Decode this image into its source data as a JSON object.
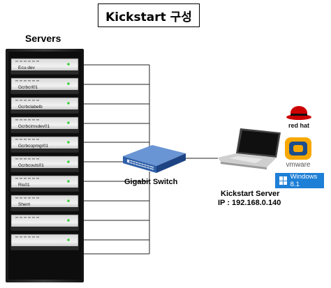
{
  "title": "Kickstart 구성",
  "servers_label": "Servers",
  "rack_units": [
    {
      "label": "Ecu-dev"
    },
    {
      "label": "Gcrbcrl01"
    },
    {
      "label": "Gcrbclabelb"
    },
    {
      "label": "Gcrbcimsdev01"
    },
    {
      "label": "Gcrbcopmgr01"
    },
    {
      "label": "Gcrbcouts01"
    },
    {
      "label": "Ris01"
    },
    {
      "label": "Sherri"
    },
    {
      "label": ""
    },
    {
      "label": ""
    }
  ],
  "switch_label": "Gigabit Switch",
  "kickstart_server": {
    "name": "Kickstart Server",
    "ip": "IP : 192.168.0.140"
  },
  "logos": {
    "redhat": "red hat",
    "vmware": "vmware",
    "windows": "Windows 8.1"
  },
  "colors": {
    "redhat": "#cc0000",
    "vmware_orange": "#f7a800",
    "vmware_blue": "#1d4d8b",
    "windows_blue": "#1e7fd6",
    "switch_blue": "#2e5fa8"
  }
}
